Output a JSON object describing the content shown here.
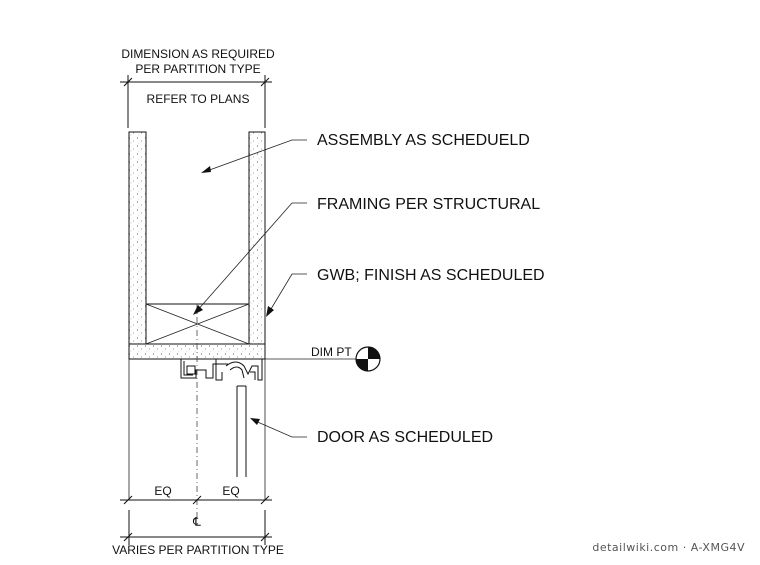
{
  "labels": {
    "dimension_required_line1": "DIMENSION AS REQUIRED",
    "dimension_required_line2": "PER PARTITION TYPE",
    "refer_to_plans": "REFER TO PLANS",
    "assembly": "ASSEMBLY AS SCHEDUELD",
    "framing": "FRAMING PER STRUCTURAL",
    "gwb": "GWB; FINISH AS SCHEDULED",
    "dim_pt": "DIM PT",
    "door": "DOOR AS SCHEDULED",
    "eq_left": "EQ",
    "eq_right": "EQ",
    "centerline_symbol": "℄",
    "varies": "VARIES PER PARTITION TYPE"
  },
  "watermark": "detailwiki.com · A-XMG4V",
  "colors": {
    "line": "#111111",
    "gwb_dots": "#666666",
    "background": "#ffffff"
  }
}
